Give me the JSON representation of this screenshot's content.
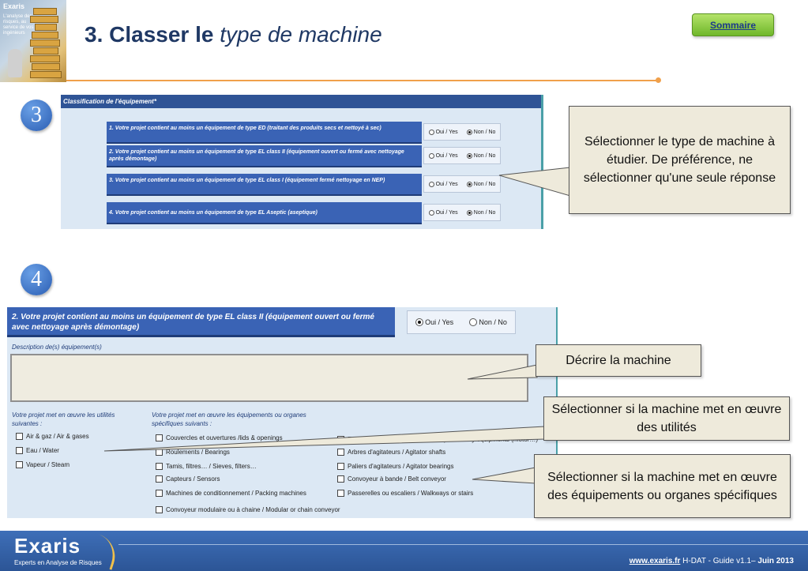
{
  "header": {
    "logo_brand": "Exaris",
    "logo_tagline": "L'analyse des risques, au service de vos ingénieurs",
    "title_bold": "3. Classer le",
    "title_italic": "type de machine",
    "sommaire_label": "Sommaire"
  },
  "step3": {
    "number": "3",
    "panel_title": "Classification de l'équipement*",
    "questions": [
      {
        "label": "1. Votre projet contient au moins un équipement de type ED (traitant des produits secs et nettoyé à sec)",
        "yes": "Oui / Yes",
        "no": "Non / No",
        "selected": "no"
      },
      {
        "label": "2. Votre projet contient au moins un équipement de type EL class II (équipement ouvert ou fermé avec nettoyage après démontage)",
        "yes": "Oui / Yes",
        "no": "Non / No",
        "selected": "no"
      },
      {
        "label": "3. Votre projet contient au moins un équipement de type EL class I (équipement fermé nettoyage en NEP)",
        "yes": "Oui / Yes",
        "no": "Non / No",
        "selected": "no"
      },
      {
        "label": "4. Votre projet contient au moins un équipement de type EL Aseptic (aseptique)",
        "yes": "Oui / Yes",
        "no": "Non / No",
        "selected": "no"
      }
    ]
  },
  "step4": {
    "number": "4",
    "question_label": "2. Votre projet contient au moins un équipement de type EL class II (équipement ouvert ou fermé avec nettoyage après démontage)",
    "yes": "Oui / Yes",
    "no": "Non / No",
    "selected": "yes",
    "description_label": "Description de(s) équipement(s)",
    "description_value": "",
    "utilities_heading": "Votre projet met en œuvre les utilités suivantes :",
    "utilities": [
      "Air & gaz / Air & gases",
      "Eau / Water",
      "Vapeur / Steam"
    ],
    "equipment_heading": "Votre projet met en œuvre les équipements ou organes spécifiques suivants :",
    "equipment_col1": [
      "Couvercles et ouvertures /lids & openings",
      "Roulements / Bearings",
      "Tamis, filtres… / Sieves, filters…",
      "Capteurs / Sensors",
      "Machines de conditionnement / Packing machines",
      "Convoyeur modulaire ou à chaine / Modular or chain conveyor"
    ],
    "equipment_col2": [
      "Equipements auxiliaires (moteur…) / Auxiliary equipments (motor…)",
      "Arbres d'agitateurs / Agitator shafts",
      "Paliers d'agitateurs / Agitator bearings",
      "Convoyeur à bande / Belt conveyor",
      "Passerelles ou escaliers / Walkways or stairs"
    ]
  },
  "callouts": {
    "select_type": "Sélectionner le type de machine à étudier. De préférence, ne sélectionner qu'une seule réponse",
    "describe": "Décrire la machine",
    "utilities": "Sélectionner si la machine met en œuvre des utilités",
    "equipment": "Sélectionner si la machine met en œuvre des équipements ou organes spécifiques"
  },
  "footer": {
    "brand": "Exaris",
    "tagline": "Experts en Analyse de Risques",
    "link": "www.exaris.fr",
    "guide": "H-DAT -  Guide v1.1–",
    "date": "Juin 2013"
  },
  "colors": {
    "title": "#1f3864",
    "accent_orange": "#f0a04b",
    "panel_header": "#2f5496",
    "question_blue": "#3a63b5",
    "panel_bg": "#dce8f4",
    "footer_blue": "#2c5596",
    "button_green": "#8ccd45"
  }
}
